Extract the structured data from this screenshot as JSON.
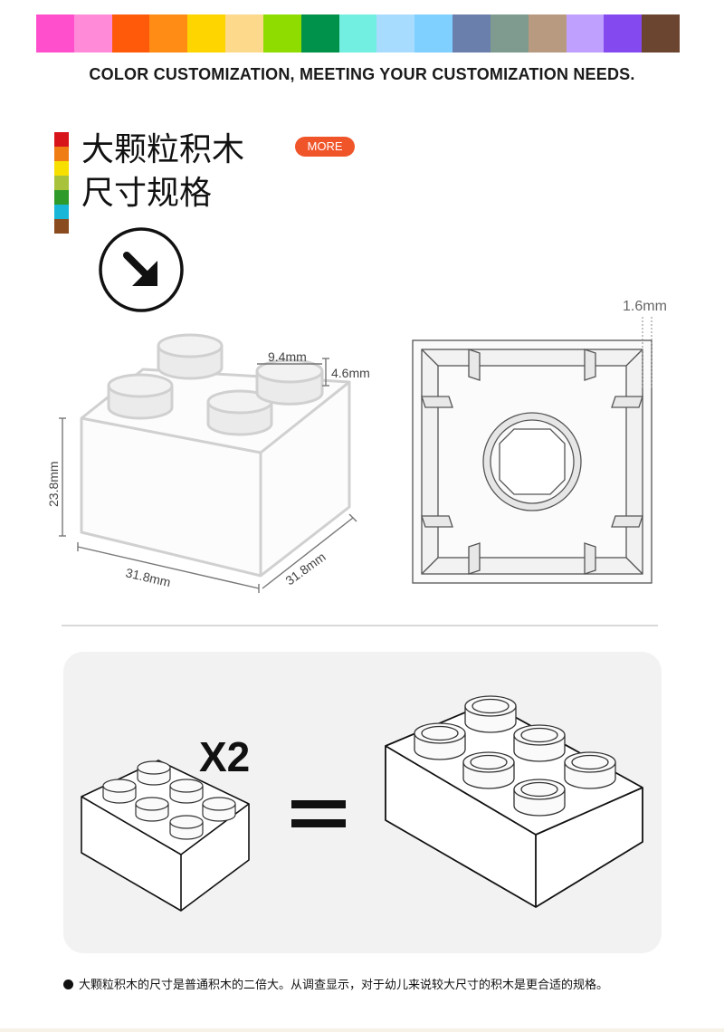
{
  "palette": [
    "#ff4fcc",
    "#ff8ad8",
    "#ff5a0a",
    "#ff8c14",
    "#ffd500",
    "#fdd98c",
    "#8fdc00",
    "#00914a",
    "#72efe0",
    "#a8dcff",
    "#7fd0ff",
    "#6b7fad",
    "#7f9a8e",
    "#b89a80",
    "#c0a0ff",
    "#8449ef",
    "#6b4530"
  ],
  "tagline": "COLOR CUSTOMIZATION, MEETING YOUR CUSTOMIZATION NEEDS.",
  "colorbar": [
    "#d7141a",
    "#f07d14",
    "#f7e000",
    "#a9c23c",
    "#2e9a29",
    "#1ab6d8",
    "#8a4b1f"
  ],
  "title_line1": "大颗粒积木",
  "title_line2": "尺寸规格",
  "more_label": "MORE",
  "arrow_icon": "arrow-down-right-icon",
  "dimensions": {
    "stud_diameter": "9.4mm",
    "stud_height": "4.6mm",
    "height": "23.8mm",
    "length": "31.8mm",
    "width": "31.8mm",
    "wall": "1.6mm"
  },
  "multiplier": "X2",
  "note": "大颗粒积木的尺寸是普通积木的二倍大。从调查显示，对于幼儿来说较大尺寸的积木是更合适的规格。"
}
